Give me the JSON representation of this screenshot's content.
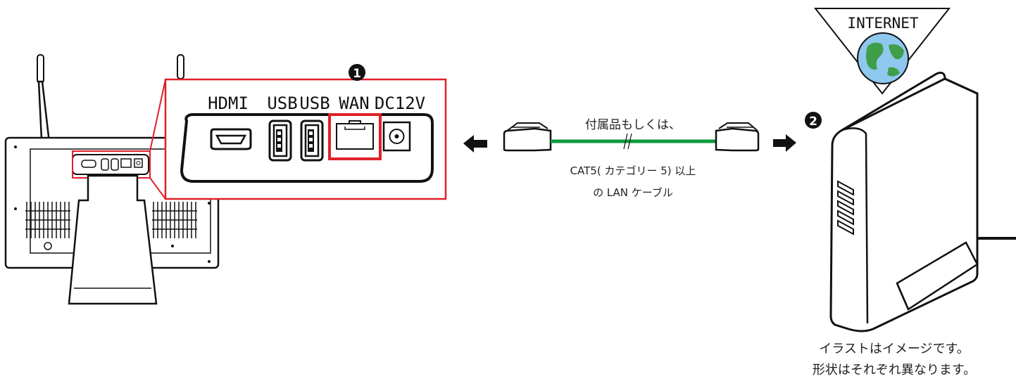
{
  "ports": {
    "hdmi": "HDMI",
    "usb1": "USB",
    "usb2": "USB",
    "wan": "WAN",
    "dc": "DC12V"
  },
  "steps": {
    "step1": "1",
    "step2": "2"
  },
  "internet": {
    "label": "INTERNET"
  },
  "cable": {
    "line1": "付属品もしくは、",
    "line2": "CAT5( カテゴリー 5) 以上",
    "line3": "の LAN ケーブル",
    "color": "#0a9a3c"
  },
  "caption": {
    "line1": "イラストはイメージです。",
    "line2": "形状はそれぞれ異なります。"
  },
  "colors": {
    "highlight": "#e0202a",
    "ink": "#111111"
  }
}
